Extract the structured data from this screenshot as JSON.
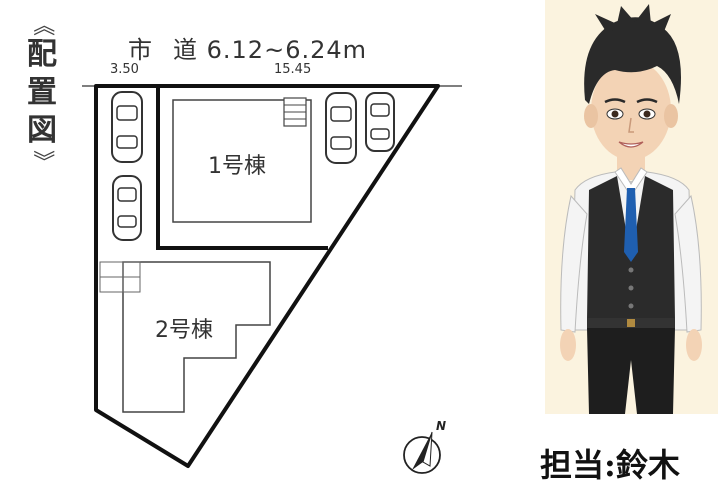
{
  "plan": {
    "title_open": "《",
    "title_chars": [
      "配",
      "置",
      "図"
    ],
    "title_close": "》",
    "road_word1": "市",
    "road_word2": "道",
    "road_width": "6.12~6.24m",
    "frontage_left": "3.50",
    "frontage_right": "15.45",
    "building_1": "1号棟",
    "building_2": "2号棟",
    "compass_label": "N"
  },
  "agent": {
    "label": "担当:鈴木",
    "portrait_icon": "salesman-portrait-icon"
  },
  "colors": {
    "lot_line": "#111111",
    "building_line": "#444444",
    "agent_bg": "#fbf3df",
    "suit": "#2b2b2b",
    "tie": "#1f5fb0"
  }
}
